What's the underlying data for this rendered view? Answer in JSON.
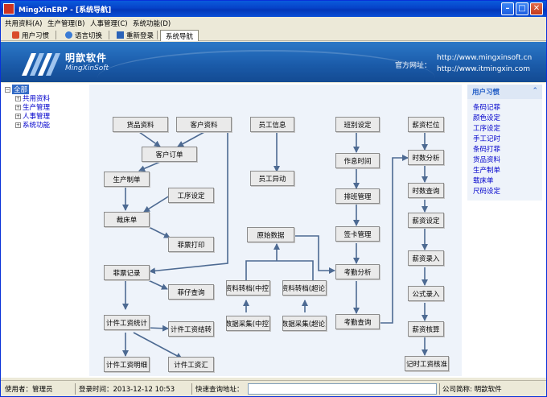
{
  "window": {
    "title": "MingXinERP - [系统导航]"
  },
  "menu": [
    {
      "label": "共用资料(A)"
    },
    {
      "label": "生产管理(B)"
    },
    {
      "label": "人事管理(C)"
    },
    {
      "label": "系统功能(D)"
    }
  ],
  "toolbar": {
    "user_habit": "用户习惯",
    "language_switch": "语言切换",
    "relogin": "重新登录",
    "system_nav": "系统导航"
  },
  "banner": {
    "brand_cn": "明歆软件",
    "brand_en": "MingXinSoft",
    "site_label": "官方网址：",
    "url1": "http://www.mingxinsoft.cn",
    "url2": "http://www.itmingxin.com"
  },
  "tree": {
    "root": "全部",
    "children": [
      "共用资料",
      "生产管理",
      "人事管理",
      "系统功能"
    ]
  },
  "diagram": {
    "nodes": {
      "goods": "货品资料",
      "customer": "客户资料",
      "order": "客户订单",
      "production": "生产制单",
      "process": "工序设定",
      "bed_ticket": "裁床单",
      "ticket_print": "菲票打印",
      "ticket_record": "菲票记录",
      "tag_query": "菲仔查询",
      "piece_stats": "计件工资统计",
      "piece_settle": "计件工资结转",
      "piece_detail": "计件工资明细",
      "piece_summary": "计件工资汇",
      "employee": "员工信息",
      "employee_change": "员工异动",
      "raw_data": "原始数据",
      "transfer_mid": "资料转档(中控)",
      "transfer_lite": "资料转档(超论)",
      "collect_mid": "数据采集(中控)",
      "collect_lite": "数据采集(超论)",
      "shift": "班别设定",
      "work_time": "作息时间",
      "schedule": "排班管理",
      "clock_card": "签卡管理",
      "attendance": "考勤分析",
      "attendance_query": "考勤查询",
      "salary_fields": "薪资栏位",
      "hour_analysis": "时数分析",
      "hour_query": "时数查询",
      "salary_setting": "薪资设定",
      "salary_entry": "薪资录入",
      "formula_entry": "公式录入",
      "salary_review": "薪资核算",
      "piece_rate": "记时工资核准"
    }
  },
  "habit_panel": {
    "title": "用户习惯",
    "links": [
      "条码记菲",
      "颜色设定",
      "工序设定",
      "手工记时",
      "条码打菲",
      "货品资料",
      "生产制单",
      "载床单",
      "尺码设定"
    ]
  },
  "status": {
    "user_label": "使用者：管理员",
    "login_label": "登录时间：2013-12-12 10:53",
    "quick_label": "快速查询地址：",
    "company_label": "公司简称: 明歆软件"
  },
  "colors": {
    "title_bar": "#0642c8",
    "banner": "#1a5aa8",
    "diagram_bg": "#eef3fa",
    "arrow": "#4d6a92",
    "link": "#0000cc"
  }
}
